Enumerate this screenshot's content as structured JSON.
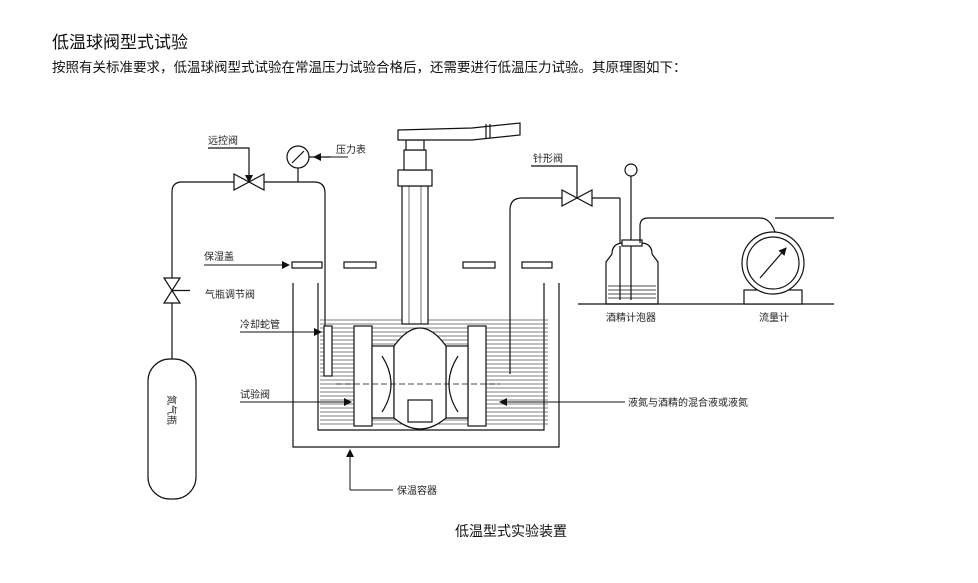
{
  "header": {
    "title": "低温球阀型式试验",
    "intro": "按照有关标准要求，低温球阀型式试验在常温压力试验合格后，还需要进行低温压力试验。其原理图如下："
  },
  "diagram": {
    "caption": "低温型式实验装置",
    "labels": {
      "remote_valve": "远控阀",
      "pressure_gauge": "压力表",
      "needle_valve": "针形阀",
      "insulation_cover": "保湿盖",
      "cylinder_valve": "气瓶调节阀",
      "cooling_coil": "冷却蛇管",
      "test_valve": "试验阀",
      "mixture": "液氮与酒精的混合液或液氮",
      "container": "保温容器",
      "bubbler": "酒精计泡器",
      "flowmeter": "流量计",
      "cylinder": "氮气瓶"
    },
    "icons": [
      "arrow-icon",
      "valve-icon",
      "gauge-icon"
    ]
  }
}
